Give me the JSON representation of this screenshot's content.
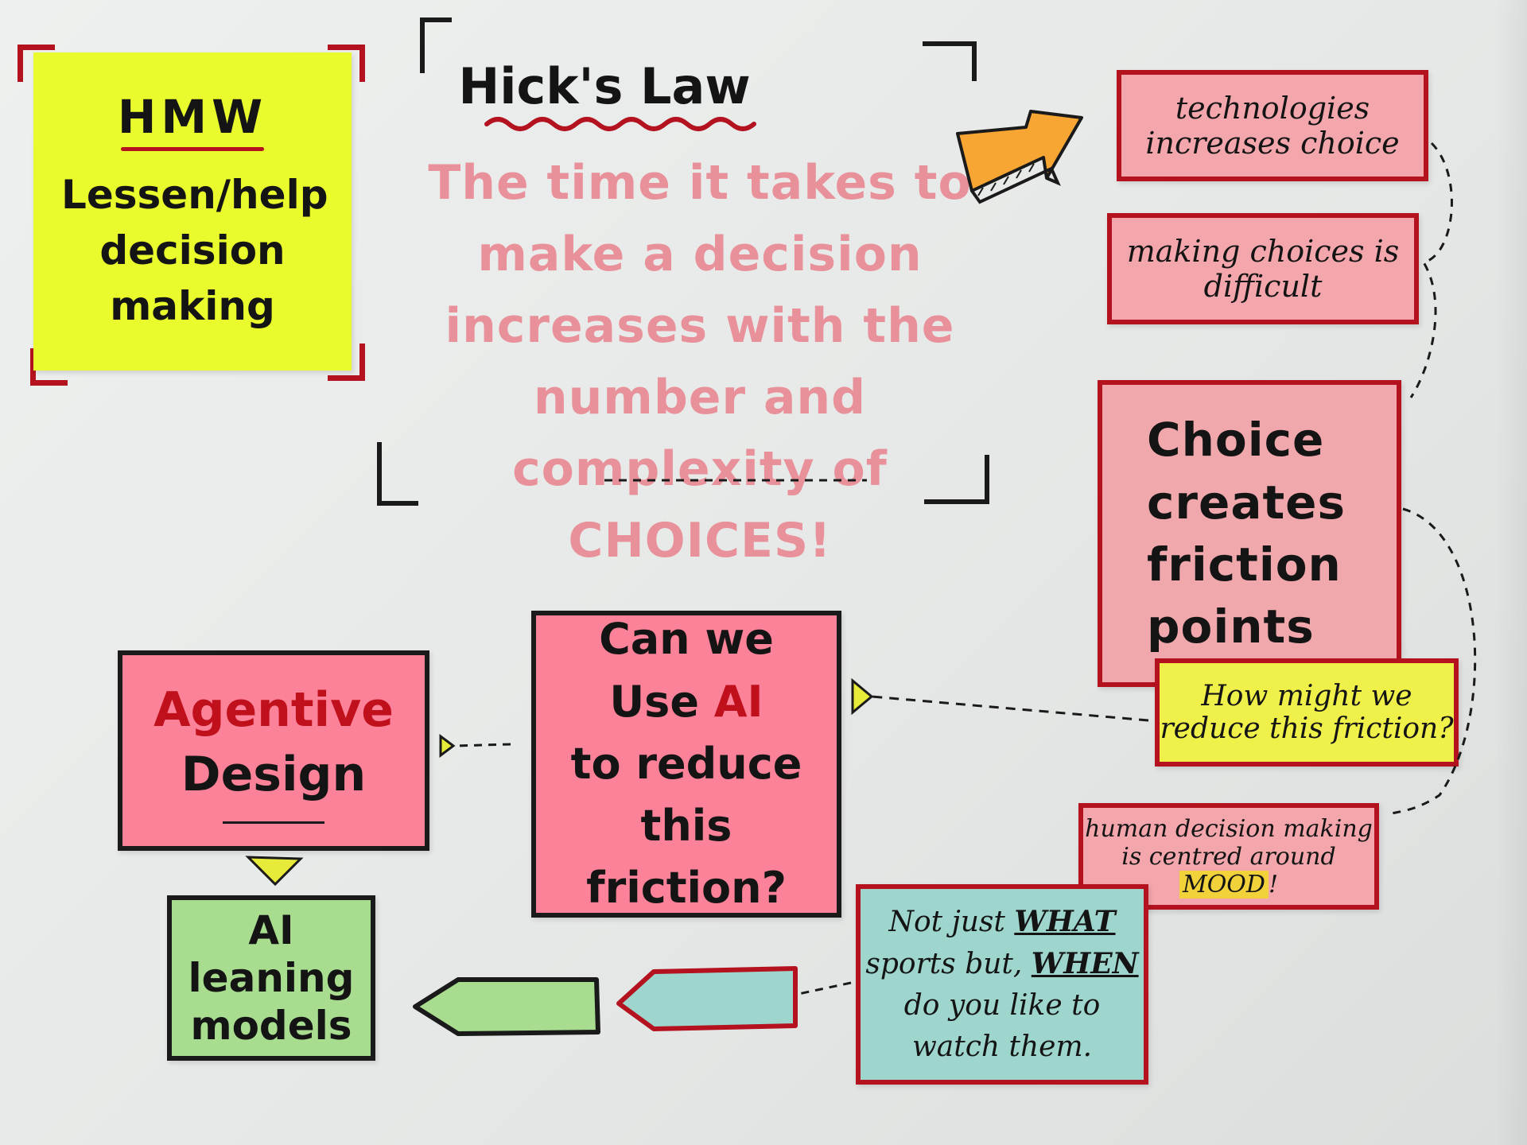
{
  "hmw_note": {
    "title": "HMW",
    "body": "Lessen/help decision making"
  },
  "hicks_law": {
    "title": "Hick's Law",
    "quote": "The time it takes to make a decision increases with the number and complexity of CHOICES!"
  },
  "right_notes": {
    "technology": "technologies increases choice",
    "making_choices": "making choices is difficult",
    "choice_creates": "Choice creates friction points",
    "how_might_we": "How might we reduce this friction?",
    "human_decision_prefix": "human decision making is centred around",
    "human_decision_mood": "MOOD",
    "human_decision_suffix": "!"
  },
  "center_note": {
    "line1": "Can we",
    "use": "Use",
    "ai": "AI",
    "line3": "to reduce",
    "line4": "this friction?"
  },
  "agentive_note": {
    "word1": "Agentive",
    "word2": "Design"
  },
  "ai_note": {
    "text": "AI leaning models"
  },
  "sports_note": {
    "part1": "Not just",
    "what": "WHAT",
    "part2": "sports but,",
    "when": "WHEN",
    "part3": "do you like to watch them."
  },
  "colors": {
    "red_marker": "#b3121e",
    "yellow_sticky": "#e9fb2c",
    "pink_sticky": "#f3a7ac",
    "hot_pink_sticky": "#fb8298",
    "green_sticky": "#a8dc8f",
    "teal_sticky": "#9ed6ce",
    "quote_pink": "#e9919a",
    "orange_arrow": "#f7a533"
  }
}
